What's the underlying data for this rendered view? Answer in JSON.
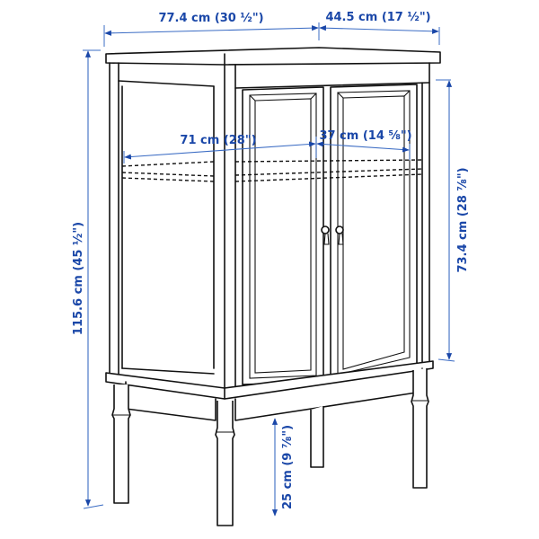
{
  "diagram": {
    "subject": "Cabinet with 2 doors and turned legs",
    "accent_color": "#1a47a8",
    "line_color": "#111111",
    "dimensions": {
      "width_outer": "77.4 cm (30 ½\")",
      "depth_outer": "44.5 cm (17 ½\")",
      "width_inner": "71 cm (28\")",
      "depth_inner": "37 cm (14 ⅝\")",
      "height_total": "115.6 cm (45 ½\")",
      "height_body": "73.4 cm (28 ⅞\")",
      "height_legs": "25 cm (9 ⅞\")"
    }
  }
}
